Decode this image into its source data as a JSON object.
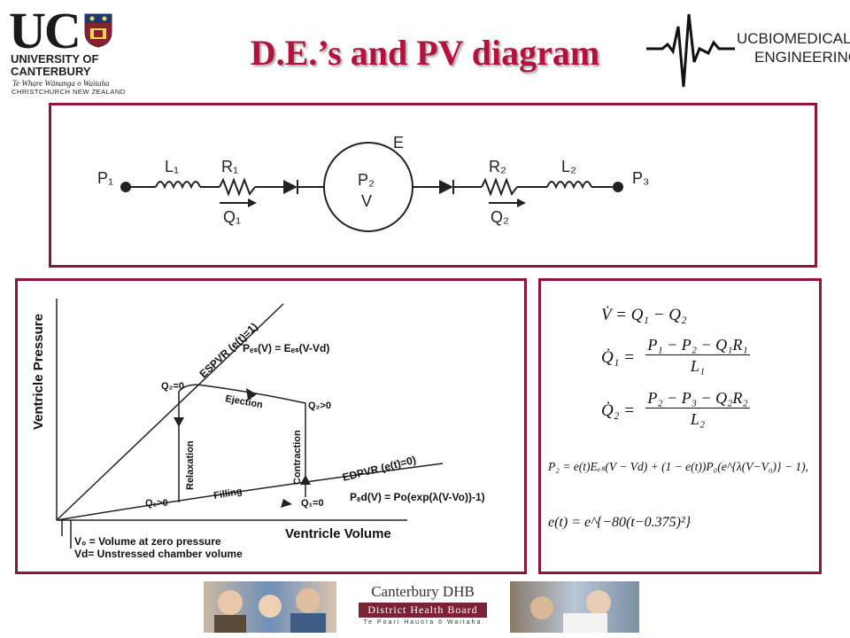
{
  "title": "D.E.’s and PV diagram",
  "logos": {
    "uc": {
      "mark": "UC",
      "line1": "UNIVERSITY OF",
      "line2": "CANTERBURY",
      "maori": "Te Whare Wānanga o Waitaha",
      "city": "CHRISTCHURCH NEW ZEALAND"
    },
    "bme": {
      "line1": "UCBIOMEDICAL",
      "line2": "ENGINEERING"
    },
    "dhb": {
      "name": "Canterbury DHB",
      "board": "District Health Board",
      "maori": "Te Poari Hauora ō Waitaha"
    }
  },
  "circuit": {
    "p1": "P₁",
    "l1": "L₁",
    "r1": "R₁",
    "q1": "Q₁",
    "e": "E",
    "p2": "P₂",
    "v": "V",
    "r2": "R₂",
    "l2": "L₂",
    "p3": "P₃",
    "q2": "Q₂"
  },
  "pv": {
    "y_label": "Ventricle Pressure",
    "x_label": "Ventricle Volume",
    "espvr": "ESPVR (e(t)=1)",
    "pes": "Pₑₛ(V) = Eₑₛ(V-Vd)",
    "edpvr": "EDPVR (e(t)=0)",
    "ped": "Pₑd(V) = Po(exp(λ(V-Vo))-1)",
    "q2_zero": "Q₂=0",
    "q2_pos": "Q₂>0",
    "q1_pos": "Q₁>0",
    "q1_zero": "Q₁=0",
    "ejection": "Ejection",
    "filling": "Filling",
    "relaxation": "Relaxation",
    "contraction": "Contraction",
    "v0_note": "V₀ = Volume at zero pressure",
    "vd_note": "Vd= Unstressed chamber volume"
  },
  "equations": {
    "eq1": "V̇ = Q₁ − Q₂",
    "eq2_lhs": "Q̇₁ =",
    "eq2_num": "P₁ − P₂ − Q₁R₁",
    "eq2_den": "L₁",
    "eq3_lhs": "Q̇₂ =",
    "eq3_num": "P₂ − P₃ − Q₂R₂",
    "eq3_den": "L₂",
    "eq4": "P₂ = e(t)Eₑₛ(V − Vd) + (1 − e(t))P₀(e^{λ(V−V₀)} − 1),",
    "eq5": "e(t) = e^{−80(t−0.375)²}"
  },
  "colors": {
    "title": "#b2123d",
    "border": "#8c1738",
    "dhb_bar": "#7a2236"
  }
}
